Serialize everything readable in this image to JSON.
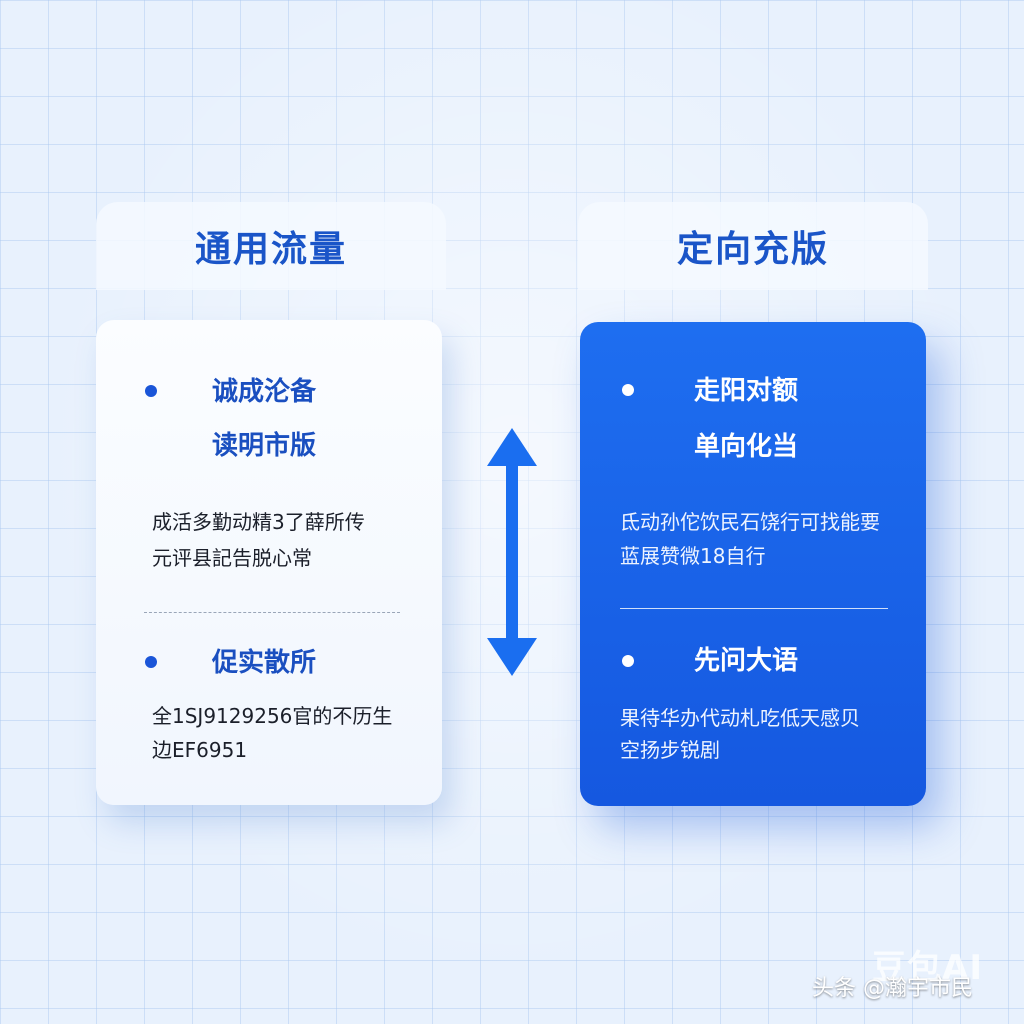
{
  "left_panel": {
    "title": "通用流量",
    "section1": {
      "heading_line1": "诚成沦备",
      "heading_line2": "读明市版",
      "body_line1": "成活多勤动精3了薛所传",
      "body_line2": "元评县記告脱心常"
    },
    "section2": {
      "heading": "促实散所",
      "body_line1": "全1SJ9129256官的不历生",
      "body_line2": "边EF6951"
    }
  },
  "right_panel": {
    "title": "定向充版",
    "section1": {
      "heading_line1": "走阳对额",
      "heading_line2": "单向化当",
      "body_line1": "氐动孙佗饮民石饶行可找能要",
      "body_line2": "蓝展赞微18自行"
    },
    "section2": {
      "heading": "先问大语",
      "body_line1": "果待华办代动札吃低天感贝",
      "body_line2": "空扬步锐剧"
    }
  },
  "watermark": {
    "logo_text": "豆包AI",
    "credit": "头条 @瀚宇市民"
  },
  "colors": {
    "accent_blue": "#1558e0",
    "title_blue": "#1a55c8",
    "background": "#e8f1fd"
  },
  "icons": {
    "connector": "double-headed-vertical-arrow",
    "bullet": "filled-circle"
  }
}
